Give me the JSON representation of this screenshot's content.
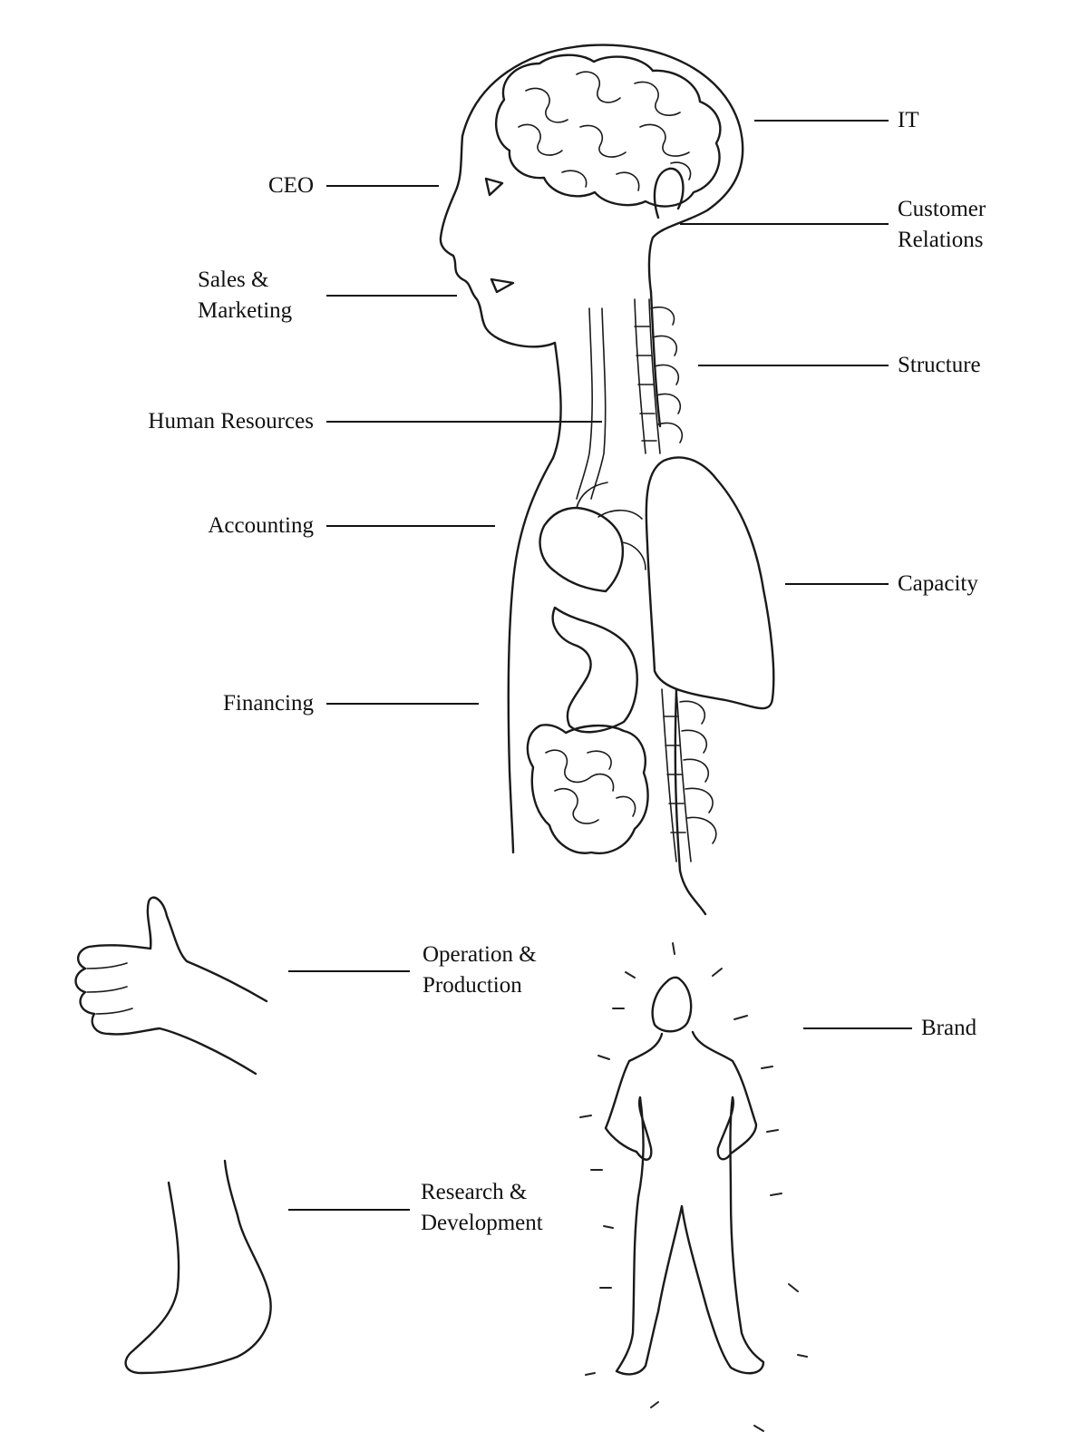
{
  "labels": {
    "it": "IT",
    "ceo": "CEO",
    "customer_relations": [
      "Customer",
      "Relations"
    ],
    "sales_marketing": [
      "Sales &",
      "Marketing"
    ],
    "structure": "Structure",
    "human_resources": "Human Resources",
    "accounting": "Accounting",
    "capacity": "Capacity",
    "financing": "Financing",
    "operation_production": [
      "Operation &",
      "Production"
    ],
    "brand": "Brand",
    "research_development": [
      "Research &",
      "Development"
    ]
  }
}
